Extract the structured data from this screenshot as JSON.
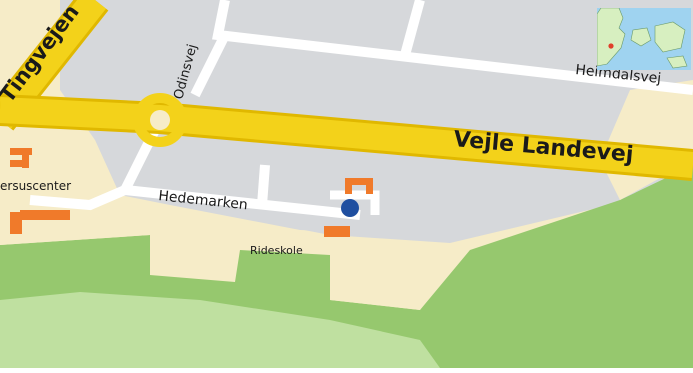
{
  "map": {
    "labels": {
      "tingvejen": "Tingvejen",
      "odinsvej": "Odinsvej",
      "heimdalsvej": "Heimdalsvej",
      "vejle_landevej": "Vejle Landevej",
      "hedemarken": "Hedemarken",
      "rideskole": "Rideskole",
      "center_partial": "ersuscenter"
    },
    "colors": {
      "background": "#f6ecc8",
      "built_area": "#d6d8db",
      "green_area": "#96c86e",
      "green_light": "#bfe0a0",
      "major_road_fill": "#f3d21a",
      "major_road_edge": "#e0b800",
      "minor_road": "#ffffff",
      "building": "#f07a2a",
      "location_marker": "#1f4fa0"
    },
    "overview_map": {
      "region": "Denmark",
      "icon": "locator-map-icon"
    },
    "current_location": {
      "icon": "location-dot-icon"
    }
  }
}
